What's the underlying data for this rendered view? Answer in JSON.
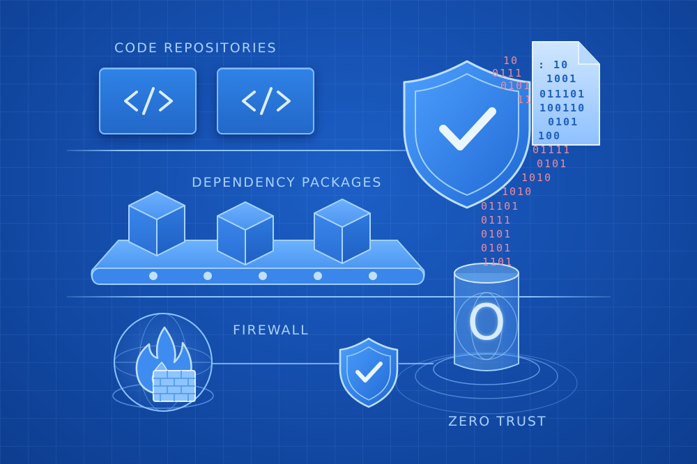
{
  "sections": {
    "code_repositories": "CODE REPOSITORIES",
    "dependency_packages": "DEPENDENCY PACKAGES",
    "firewall": "FIREWALL",
    "zero_trust": "ZERO TRUST"
  },
  "code_tags": [
    "</>",
    "</>"
  ],
  "zero_trust_glyph": "O",
  "binary_stream": [
    "10",
    "0111",
    "0101",
    "11",
    "01111",
    "0101",
    "1010",
    "1010",
    "01101",
    "0111",
    "0101",
    "0101",
    "1101"
  ],
  "document_binary": [
    ": 10",
    "1001",
    "011101",
    "100110",
    "0101",
    "100"
  ],
  "colors": {
    "background": "#154fae",
    "accent": "#2f82e6",
    "outline": "#7fbaff",
    "label": "#a9d0ff",
    "binary": "#f08a9a",
    "firewall_flame": "#3f8cf0"
  },
  "icons": [
    "code-icon",
    "cube-icon",
    "conveyor-belt-icon",
    "shield-check-icon",
    "document-icon",
    "database-cylinder-icon",
    "flame-icon",
    "brick-wall-icon",
    "globe-icon"
  ]
}
